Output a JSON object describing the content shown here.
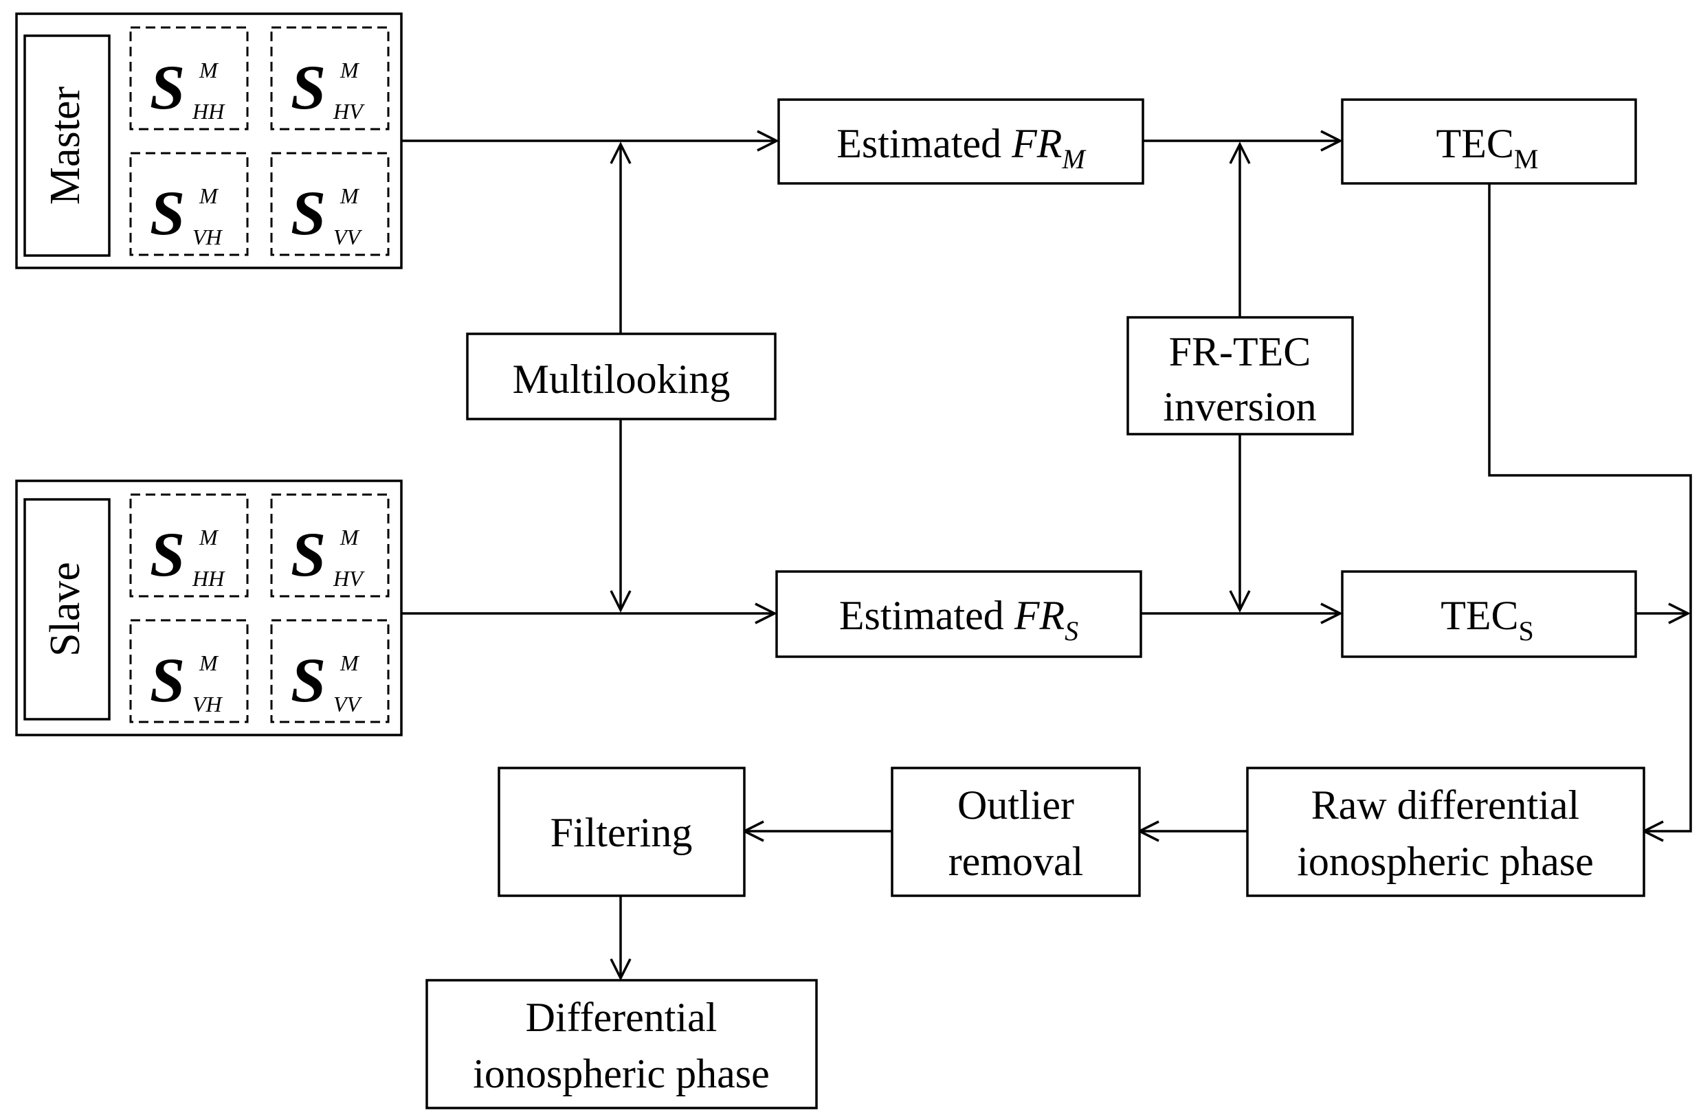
{
  "master": {
    "label": "Master",
    "cells": [
      {
        "symbol": "S",
        "sup": "M",
        "sub": "HH"
      },
      {
        "symbol": "S",
        "sup": "M",
        "sub": "HV"
      },
      {
        "symbol": "S",
        "sup": "M",
        "sub": "VH"
      },
      {
        "symbol": "S",
        "sup": "M",
        "sub": "VV"
      }
    ]
  },
  "slave": {
    "label": "Slave",
    "cells": [
      {
        "symbol": "S",
        "sup": "M",
        "sub": "HH"
      },
      {
        "symbol": "S",
        "sup": "M",
        "sub": "HV"
      },
      {
        "symbol": "S",
        "sup": "M",
        "sub": "VH"
      },
      {
        "symbol": "S",
        "sup": "M",
        "sub": "VV"
      }
    ]
  },
  "nodes": {
    "multilooking": "Multilooking",
    "estimated_fr_m": {
      "prefix": "Estimated ",
      "var": "FR",
      "sub": "M"
    },
    "estimated_fr_s": {
      "prefix": "Estimated ",
      "var": "FR",
      "sub": "S"
    },
    "fr_tec_inversion": [
      "FR-TEC",
      "inversion"
    ],
    "tec_m": {
      "main": "TEC",
      "sub": "M"
    },
    "tec_s": {
      "main": "TEC",
      "sub": "S"
    },
    "raw_differential": [
      "Raw differential",
      "ionospheric phase"
    ],
    "outlier_removal": [
      "Outlier",
      "removal"
    ],
    "filtering": "Filtering",
    "differential_phase": [
      "Differential",
      "ionospheric phase"
    ]
  }
}
